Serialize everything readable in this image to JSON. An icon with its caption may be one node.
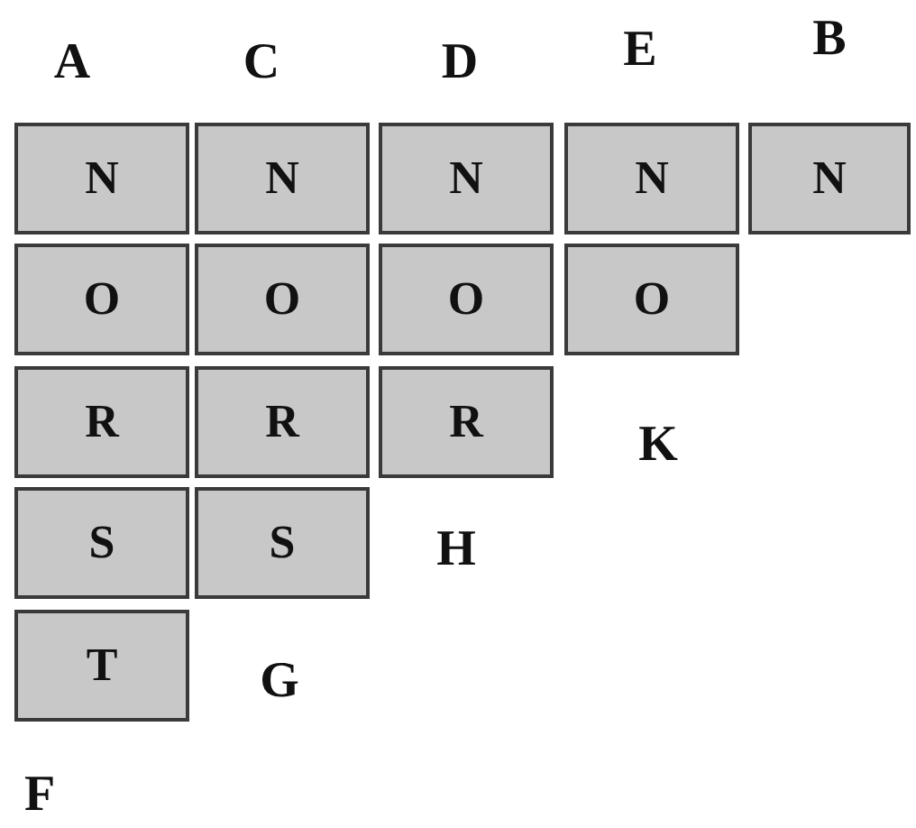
{
  "diagram": {
    "nodes": [
      {
        "text": [
          "N"
        ]
      },
      {
        "text": [
          "N"
        ]
      },
      {
        "text": [
          "N"
        ]
      },
      {
        "text": [
          "N"
        ]
      },
      {
        "text": [
          "N"
        ]
      },
      {
        "text": [
          "O"
        ]
      },
      {
        "text": [
          "O"
        ]
      },
      {
        "text": [
          "O"
        ]
      },
      {
        "text": [
          "O"
        ]
      },
      {
        "text": [
          "R"
        ]
      },
      {
        "text": [
          "R"
        ]
      },
      {
        "text": [
          "R"
        ]
      },
      {
        "text": [
          "S"
        ]
      },
      {
        "text": [
          "S"
        ]
      },
      {
        "text": [
          "T"
        ]
      }
    ],
    "labels": [
      "A",
      "C",
      "D",
      "E",
      "B",
      "K",
      "H",
      "G",
      "F"
    ]
  }
}
